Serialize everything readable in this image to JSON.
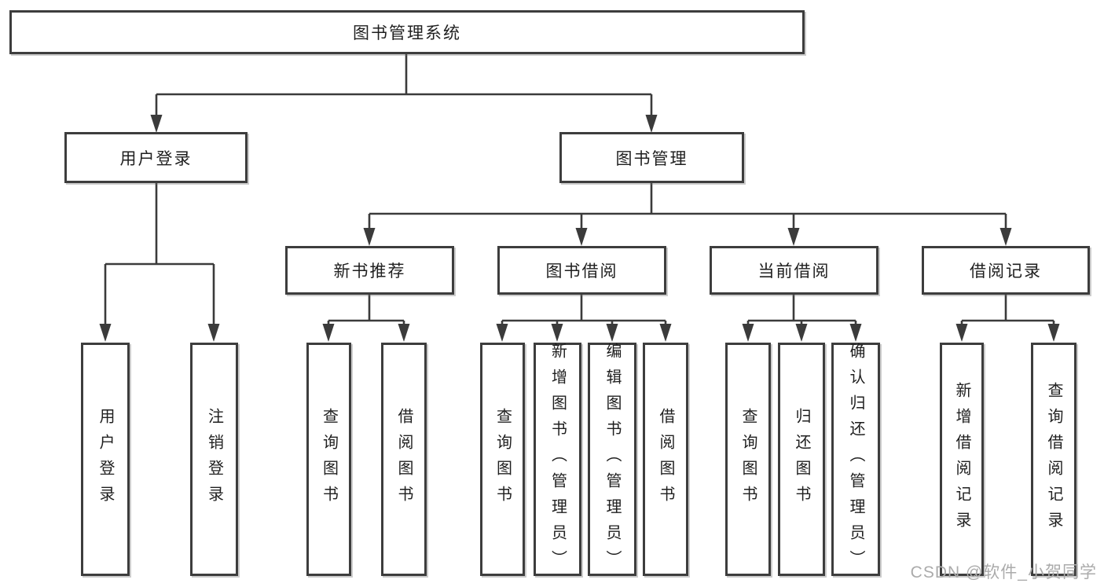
{
  "page": {
    "watermark": "CSDN @软件_小贺同学"
  },
  "colors": {
    "line": "#3b3b3b",
    "border": "#3d3d3d",
    "text": "#1f1f1f",
    "watermark": "#ababab",
    "background": "#ffffff"
  },
  "tree": {
    "root": {
      "label": "图书管理系统"
    },
    "branches": [
      {
        "label": "用户登录",
        "leaves": [
          {
            "label": "用户登录"
          },
          {
            "label": "注销登录"
          }
        ]
      },
      {
        "label": "图书管理",
        "groups": [
          {
            "label": "新书推荐",
            "leaves": [
              {
                "label": "查询图书"
              },
              {
                "label": "借阅图书"
              }
            ]
          },
          {
            "label": "图书借阅",
            "leaves": [
              {
                "label": "查询图书"
              },
              {
                "label": "新增图书（管理员）"
              },
              {
                "label": "编辑图书（管理员）"
              },
              {
                "label": "借阅图书"
              }
            ]
          },
          {
            "label": "当前借阅",
            "leaves": [
              {
                "label": "查询图书"
              },
              {
                "label": "归还图书"
              },
              {
                "label": "确认归还（管理员）"
              }
            ]
          },
          {
            "label": "借阅记录",
            "leaves": [
              {
                "label": "新增借阅记录"
              },
              {
                "label": "查询借阅记录"
              }
            ]
          }
        ]
      }
    ]
  }
}
